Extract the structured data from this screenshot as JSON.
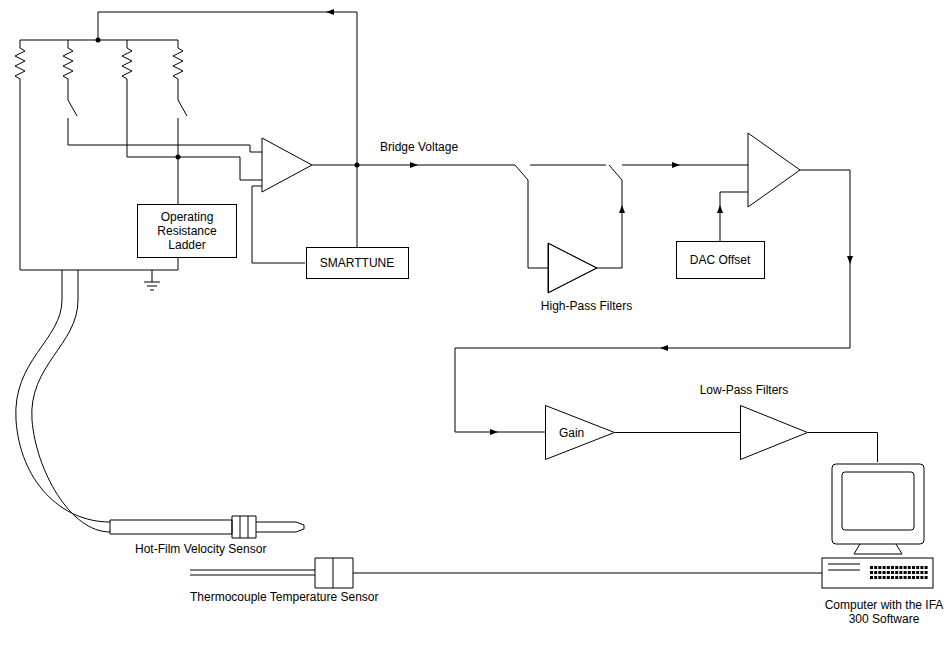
{
  "diagram": {
    "nodes": [
      {
        "text": [
          "Operating Resistance Ladder"
        ]
      },
      {
        "text": [
          "SMARTTUNE"
        ]
      },
      {
        "text": [
          "High-Pass Filters"
        ]
      },
      {
        "text": [
          "DAC Offset"
        ]
      },
      {
        "text": [
          "Gain"
        ]
      },
      {
        "text": [
          "Low-Pass Filters"
        ]
      },
      {
        "text": [
          "Computer with the IFA 300 Software"
        ]
      }
    ],
    "edges": [
      {
        "from": 4,
        "to": 5,
        "arrow": "none"
      },
      {
        "from": 5,
        "to": 6,
        "arrow": "none"
      }
    ],
    "labels": [
      "Bridge Voltage",
      "Hot-Film Velocity Sensor",
      "Thermocouple Temperature Sensor"
    ]
  }
}
